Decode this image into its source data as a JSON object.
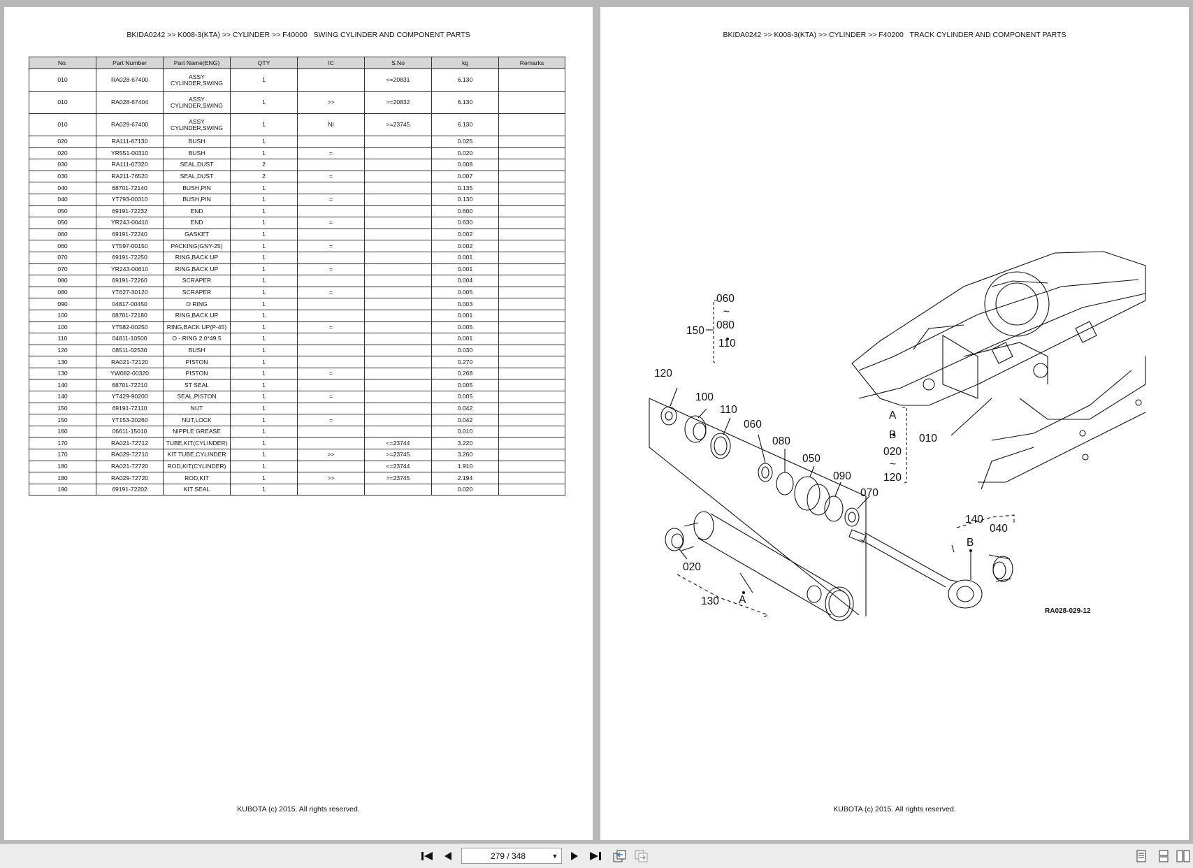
{
  "left_page": {
    "header": "BKIDA0242 >> K008-3(KTA) >> CYLINDER >> F40000   SWING CYLINDER AND COMPONENT PARTS",
    "footer": "KUBOTA (c) 2015. All rights reserved.",
    "columns": [
      "No.",
      "Part Number",
      "Part Name(ENG)",
      "QTY",
      "IC",
      "S.No",
      "kg",
      "Remarks"
    ],
    "rows": [
      {
        "no": "010",
        "part": "RA028-67400",
        "name1": "ASSY",
        "name2": "CYLINDER,SWING",
        "qty": "1",
        "ic": "",
        "sno": "<=20831",
        "kg": "6.130",
        "rem": ""
      },
      {
        "no": "010",
        "part": "RA028-67404",
        "name1": "ASSY",
        "name2": "CYLINDER,SWING",
        "qty": "1",
        "ic": ">>",
        "sno": ">=20832",
        "kg": "6.130",
        "rem": ""
      },
      {
        "no": "010",
        "part": "RA029-67400",
        "name1": "ASSY",
        "name2": "CYLINDER,SWING",
        "qty": "1",
        "ic": "NI",
        "sno": ">=23745",
        "kg": "6.130",
        "rem": ""
      },
      {
        "no": "020",
        "part": "RA111-67130",
        "name": "BUSH",
        "qty": "1",
        "ic": "",
        "sno": "",
        "kg": "0.025",
        "rem": ""
      },
      {
        "no": "020",
        "part": "YR551-00310",
        "name": "BUSH",
        "qty": "1",
        "ic": "=",
        "sno": "",
        "kg": "0.020",
        "rem": ""
      },
      {
        "no": "030",
        "part": "RA111-67320",
        "name": "SEAL,DUST",
        "qty": "2",
        "ic": "",
        "sno": "",
        "kg": "0.008",
        "rem": ""
      },
      {
        "no": "030",
        "part": "RA211-76520",
        "name": "SEAL,DUST",
        "qty": "2",
        "ic": "=",
        "sno": "",
        "kg": "0.007",
        "rem": ""
      },
      {
        "no": "040",
        "part": "68701-72140",
        "name": "BUSH,PIN",
        "qty": "1",
        "ic": "",
        "sno": "",
        "kg": "0.135",
        "rem": ""
      },
      {
        "no": "040",
        "part": "YT793-00310",
        "name": "BUSH,PIN",
        "qty": "1",
        "ic": "=",
        "sno": "",
        "kg": "0.130",
        "rem": ""
      },
      {
        "no": "050",
        "part": "69191-72232",
        "name": "END",
        "qty": "1",
        "ic": "",
        "sno": "",
        "kg": "0.600",
        "rem": ""
      },
      {
        "no": "050",
        "part": "YR243-00410",
        "name": "END",
        "qty": "1",
        "ic": "=",
        "sno": "",
        "kg": "0.630",
        "rem": ""
      },
      {
        "no": "060",
        "part": "69191-72240",
        "name": "GASKET",
        "qty": "1",
        "ic": "",
        "sno": "",
        "kg": "0.002",
        "rem": ""
      },
      {
        "no": "060",
        "part": "YT597-00150",
        "name": "PACKING(GNY-25)",
        "qty": "1",
        "ic": "=",
        "sno": "",
        "kg": "0.002",
        "rem": ""
      },
      {
        "no": "070",
        "part": "69191-72250",
        "name": "RING,BACK UP",
        "qty": "1",
        "ic": "",
        "sno": "",
        "kg": "0.001",
        "rem": ""
      },
      {
        "no": "070",
        "part": "YR243-00610",
        "name": "RING,BACK UP",
        "qty": "1",
        "ic": "=",
        "sno": "",
        "kg": "0.001",
        "rem": ""
      },
      {
        "no": "080",
        "part": "69191-72260",
        "name": "SCRAPER",
        "qty": "1",
        "ic": "",
        "sno": "",
        "kg": "0.004",
        "rem": ""
      },
      {
        "no": "080",
        "part": "YT627-30120",
        "name": "SCRAPER",
        "qty": "1",
        "ic": "=",
        "sno": "",
        "kg": "0.005",
        "rem": ""
      },
      {
        "no": "090",
        "part": "04817-00450",
        "name": "O RING",
        "qty": "1",
        "ic": "",
        "sno": "",
        "kg": "0.003",
        "rem": ""
      },
      {
        "no": "100",
        "part": "68701-72180",
        "name": "RING,BACK UP",
        "qty": "1",
        "ic": "",
        "sno": "",
        "kg": "0.001",
        "rem": ""
      },
      {
        "no": "100",
        "part": "YT582-00250",
        "name": "RING,BACK UP(P-45)",
        "qty": "1",
        "ic": "=",
        "sno": "",
        "kg": "0.005",
        "rem": ""
      },
      {
        "no": "110",
        "part": "04811-10500",
        "name": "O - RING 2.0*49.5",
        "qty": "1",
        "ic": "",
        "sno": "",
        "kg": "0.001",
        "rem": ""
      },
      {
        "no": "120",
        "part": "08511-02530",
        "name": "BUSH",
        "qty": "1",
        "ic": "",
        "sno": "",
        "kg": "0.030",
        "rem": ""
      },
      {
        "no": "130",
        "part": "RA021-72120",
        "name": "PISTON",
        "qty": "1",
        "ic": "",
        "sno": "",
        "kg": "0.270",
        "rem": ""
      },
      {
        "no": "130",
        "part": "YW082-00320",
        "name": "PISTON",
        "qty": "1",
        "ic": "=",
        "sno": "",
        "kg": "0.268",
        "rem": ""
      },
      {
        "no": "140",
        "part": "68701-72210",
        "name": "ST SEAL",
        "qty": "1",
        "ic": "",
        "sno": "",
        "kg": "0.005",
        "rem": ""
      },
      {
        "no": "140",
        "part": "YT429-90200",
        "name": "SEAL,PISTON",
        "qty": "1",
        "ic": "=",
        "sno": "",
        "kg": "0.005",
        "rem": ""
      },
      {
        "no": "150",
        "part": "69191-72110",
        "name": "NUT",
        "qty": "1",
        "ic": "",
        "sno": "",
        "kg": "0.042",
        "rem": ""
      },
      {
        "no": "150",
        "part": "YT153-20260",
        "name": "NUT,LOCK",
        "qty": "1",
        "ic": "=",
        "sno": "",
        "kg": "0.042",
        "rem": ""
      },
      {
        "no": "160",
        "part": "06611-15010",
        "name": "NIPPLE GREASE",
        "qty": "1",
        "ic": "",
        "sno": "",
        "kg": "0.010",
        "rem": ""
      },
      {
        "no": "170",
        "part": "RA021-72712",
        "name": "TUBE,KIT(CYLINDER)",
        "qty": "1",
        "ic": "",
        "sno": "<=23744",
        "kg": "3.220",
        "rem": ""
      },
      {
        "no": "170",
        "part": "RA029-72710",
        "name": "KIT TUBE,CYLINDER",
        "qty": "1",
        "ic": ">>",
        "sno": ">=23745",
        "kg": "3.260",
        "rem": ""
      },
      {
        "no": "180",
        "part": "RA021-72720",
        "name": "ROD,KIT(CYLINDER)",
        "qty": "1",
        "ic": "",
        "sno": "<=23744",
        "kg": "1.910",
        "rem": ""
      },
      {
        "no": "180",
        "part": "RA029-72720",
        "name": "ROD,KIT",
        "qty": "1",
        "ic": ">>",
        "sno": ">=23745",
        "kg": "2.194",
        "rem": ""
      },
      {
        "no": "190",
        "part": "69191-72202",
        "name": "KIT SEAL",
        "qty": "1",
        "ic": "",
        "sno": "",
        "kg": "0.020",
        "rem": ""
      }
    ]
  },
  "right_page": {
    "header": "BKIDA0242 >> K008-3(KTA) >> CYLINDER >> F40200   TRACK CYLINDER AND COMPONENT PARTS",
    "footer": "KUBOTA (c) 2015. All rights reserved.",
    "diagram": {
      "labels": {
        "l060_top": "060",
        "tilde_top": "~",
        "l080_top": "080",
        "l150": "150",
        "l110_top": "110",
        "l120": "120",
        "l100": "100",
        "l110": "110",
        "l060": "060",
        "l080": "080",
        "l050": "050",
        "l090": "090",
        "l070": "070",
        "l140": "140",
        "l040": "040",
        "lB": "B",
        "l020": "020",
        "l130": "130",
        "lA": "A",
        "gA": "A",
        "gB": "B",
        "g020": "020",
        "gtilde": "~",
        "g120": "120",
        "l010": "010",
        "code": "RA028-029-12"
      }
    }
  },
  "toolbar": {
    "page_indicator": "279 / 348",
    "icons": [
      "first-page-icon",
      "prev-page-icon",
      "next-page-icon",
      "last-page-icon",
      "go-back-icon",
      "go-forward-icon",
      "single-page-view-icon",
      "continuous-view-icon",
      "two-page-view-icon"
    ]
  }
}
